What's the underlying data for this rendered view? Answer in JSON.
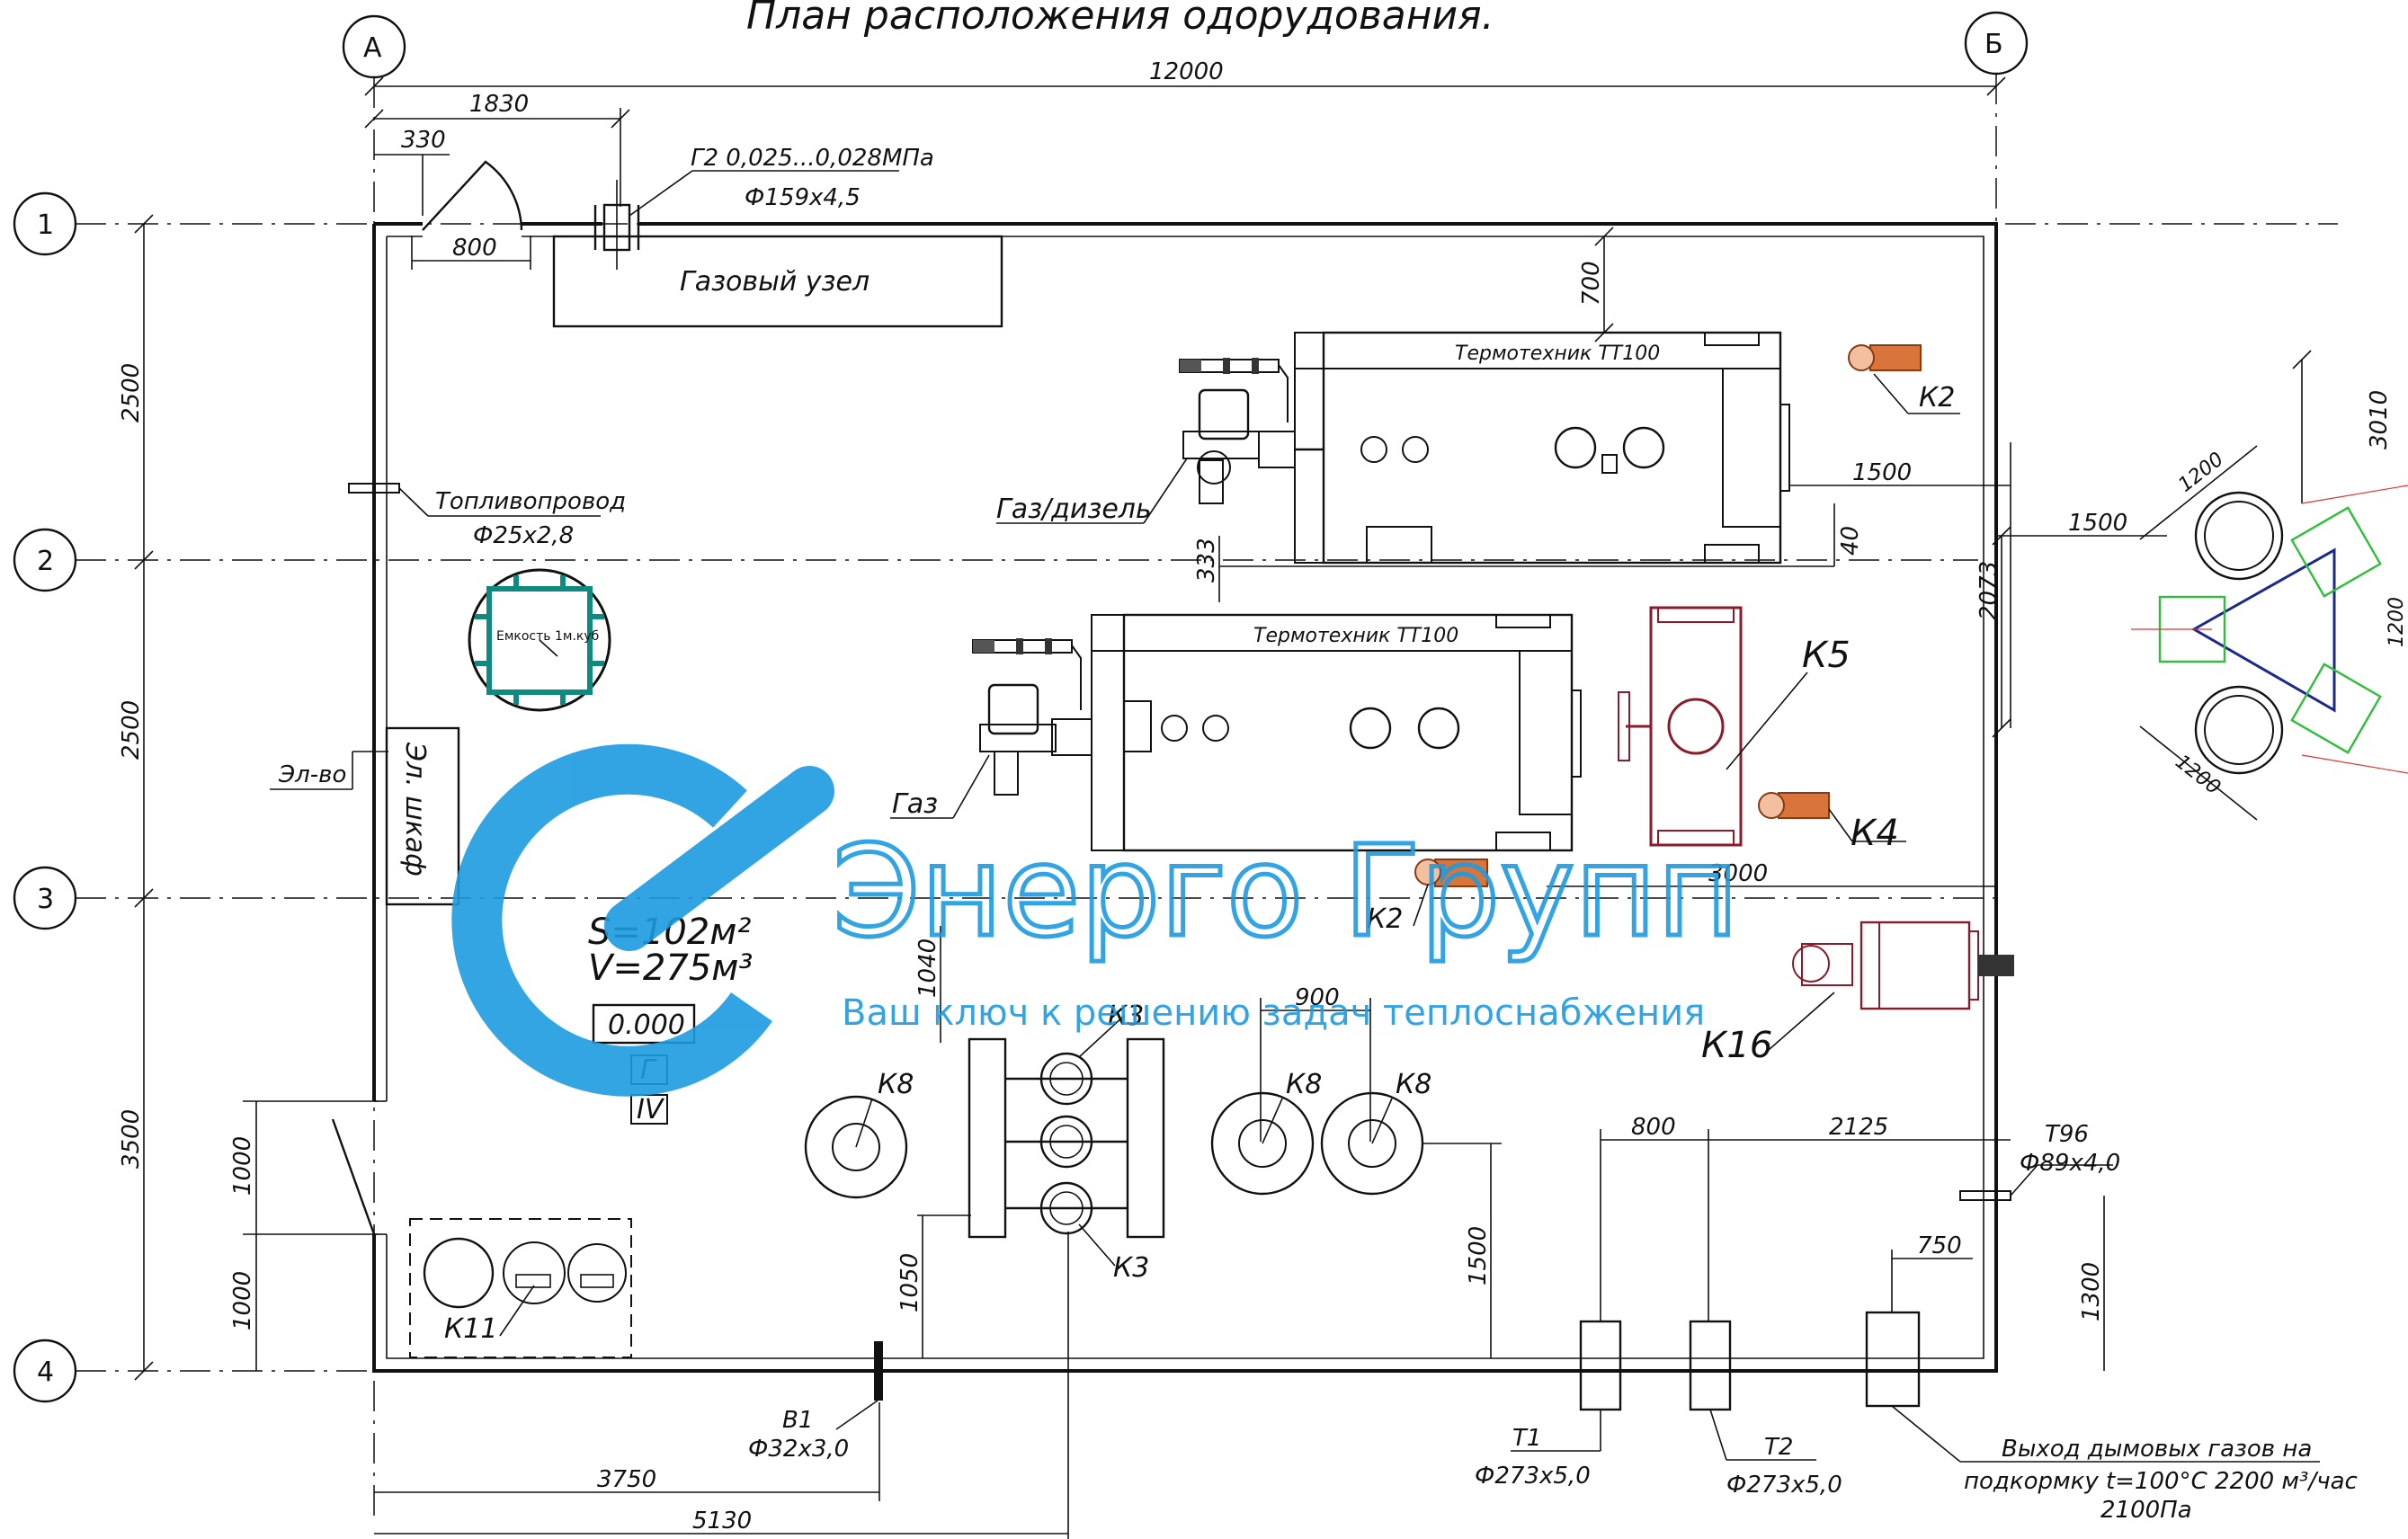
{
  "title": "План расположения одорудования.",
  "axes": {
    "letters": [
      "А",
      "Б"
    ],
    "numbers": [
      "1",
      "2",
      "3",
      "4"
    ]
  },
  "dimensions": {
    "total_width": "12000",
    "d1830": "1830",
    "d330": "330",
    "d800_top": "800",
    "d700": "700",
    "d2500_a": "2500",
    "d2500_b": "2500",
    "d3500": "3500",
    "d1000_a": "1000",
    "d1000_b": "1000",
    "d1500_boiler": "1500",
    "d1500_out": "1500",
    "d333": "333",
    "d40": "40",
    "d2073": "2073",
    "d3010": "3010",
    "d1200_a": "1200",
    "d1200_b": "1200",
    "d1200_c": "1200",
    "d3000": "3000",
    "d1040": "1040",
    "d900": "900",
    "d800_bottom": "800",
    "d2125": "2125",
    "d750": "750",
    "d1300": "1300",
    "d1500_k8": "1500",
    "d1050": "1050",
    "d3750": "3750",
    "d5130": "5130"
  },
  "labels": {
    "gas_line": "Г2 0,025...0,028МПа",
    "gas_pipe": "Ф159х4,5",
    "gas_node": "Газовый узел",
    "fuel_line": "Топливопровод",
    "fuel_pipe": "Ф25х2,8",
    "tank": "Емкость 1м.куб",
    "electric": "Эл-во",
    "el_cabinet": "Эл. шкаф",
    "boiler_top": "Термотехник ТТ100",
    "boiler_bottom": "Термотехник ТТ100",
    "burner_top": "Газ/дизель",
    "burner_bottom": "Газ",
    "k2_top": "К2",
    "k2_mid": "К2",
    "k3_top": "К3",
    "k3_bottom": "К3",
    "k4": "К4",
    "k5": "К5",
    "k8_a": "К8",
    "k8_b": "К8",
    "k8_c": "К8",
    "k11": "К11",
    "k16": "К16",
    "area": "S=102м²",
    "volume": "V=275м³",
    "level": "0.000",
    "category_g": "Г",
    "category_iv": "IV",
    "t96": "Т96",
    "t96_pipe": "Ф89х4,0",
    "t1": "Т1",
    "t1_pipe": "Ф273х5,0",
    "t2": "Т2",
    "t2_pipe": "Ф273х5,0",
    "b1": "В1",
    "b1_pipe": "Ф32х3,0",
    "exhaust_1": "Выход дымовых газов на",
    "exhaust_2": "подкормку t=100°C 2200 м³/час",
    "exhaust_3": "2100Па"
  },
  "watermark": {
    "brand": "Энерго Групп",
    "slogan": "Ваш ключ к решению задач теплоснабжения"
  },
  "colors": {
    "line": "#111111",
    "brand_blue": "#1e9be0",
    "pump_orange": "#d9743a",
    "tank_teal": "#0e8a80",
    "k5_maroon": "#8b1a2b",
    "green": "#2fbf3a",
    "navy": "#1b2a8a"
  }
}
